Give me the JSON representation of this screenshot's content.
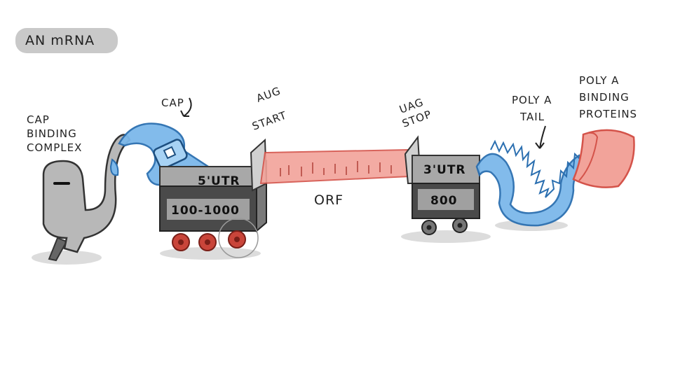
{
  "title": "AN mRNA",
  "labels": {
    "cap_binding_complex": [
      "CAP",
      "BINDING",
      "COMPLEX"
    ],
    "cap": "CAP",
    "aug_start": [
      "AUG",
      "START"
    ],
    "utr5": "5'UTR",
    "utr5_length": "100-1000",
    "orf": "ORF",
    "uag_stop": [
      "UAG",
      "STOP"
    ],
    "utr3": "3'UTR",
    "utr3_length": "800",
    "poly_a_tail": [
      "POLY A",
      "TAIL"
    ],
    "poly_a_binding_proteins": [
      "POLY A",
      "BINDING",
      "PROTEINS"
    ]
  },
  "colors": {
    "cap_blue": "#7cb8ea",
    "orf_red": "#f2a39a",
    "wheel_red": "#c9453a",
    "box_dark": "#4a4a4a",
    "box_light": "#9a9a9a",
    "creature_grey": "#b8b8b8"
  }
}
